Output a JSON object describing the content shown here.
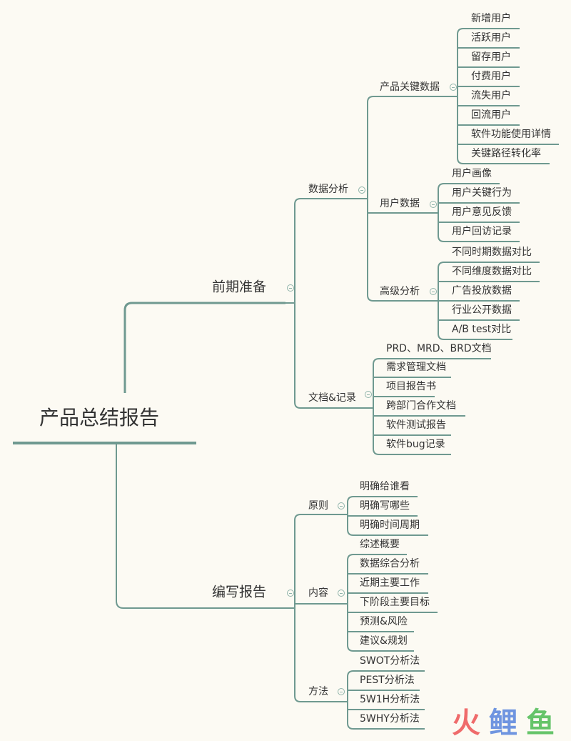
{
  "root": "产品总结报告",
  "branches": [
    {
      "label": "前期准备",
      "children": [
        {
          "label": "数据分析",
          "children": [
            {
              "label": "产品关键数据",
              "children": [
                "新增用户",
                "活跃用户",
                "留存用户",
                "付费用户",
                "流失用户",
                "回流用户",
                "软件功能使用详情",
                "关键路径转化率"
              ]
            },
            {
              "label": "用户数据",
              "children": [
                "用户画像",
                "用户关键行为",
                "用户意见反馈",
                "用户回访记录"
              ]
            },
            {
              "label": "高级分析",
              "children": [
                "不同时期数据对比",
                "不同维度数据对比",
                "广告投放数据",
                "行业公开数据",
                "A/B test对比"
              ]
            }
          ]
        },
        {
          "label": "文档&记录",
          "children": [
            "PRD、MRD、BRD文档",
            "需求管理文档",
            "项目报告书",
            "跨部门合作文档",
            "软件测试报告",
            "软件bug记录"
          ]
        }
      ]
    },
    {
      "label": "编写报告",
      "children": [
        {
          "label": "原则",
          "children": [
            "明确给谁看",
            "明确写哪些",
            "明确时间周期"
          ]
        },
        {
          "label": "内容",
          "children": [
            "综述概要",
            "数据综合分析",
            "近期主要工作",
            "下阶段主要目标",
            "预测&风险",
            "建议&规划"
          ]
        },
        {
          "label": "方法",
          "children": [
            "SWOT分析法",
            "PEST分析法",
            "5W1H分析法",
            "5WHY分析法"
          ]
        }
      ]
    }
  ],
  "watermark": {
    "chars": [
      "火",
      "鲤",
      "鱼"
    ],
    "colors": [
      "#ef6b6b",
      "#6f95e0",
      "#66c46a"
    ]
  },
  "colors": {
    "line": "#6f9990",
    "background": "#fcfaf3",
    "text": "#333333"
  }
}
